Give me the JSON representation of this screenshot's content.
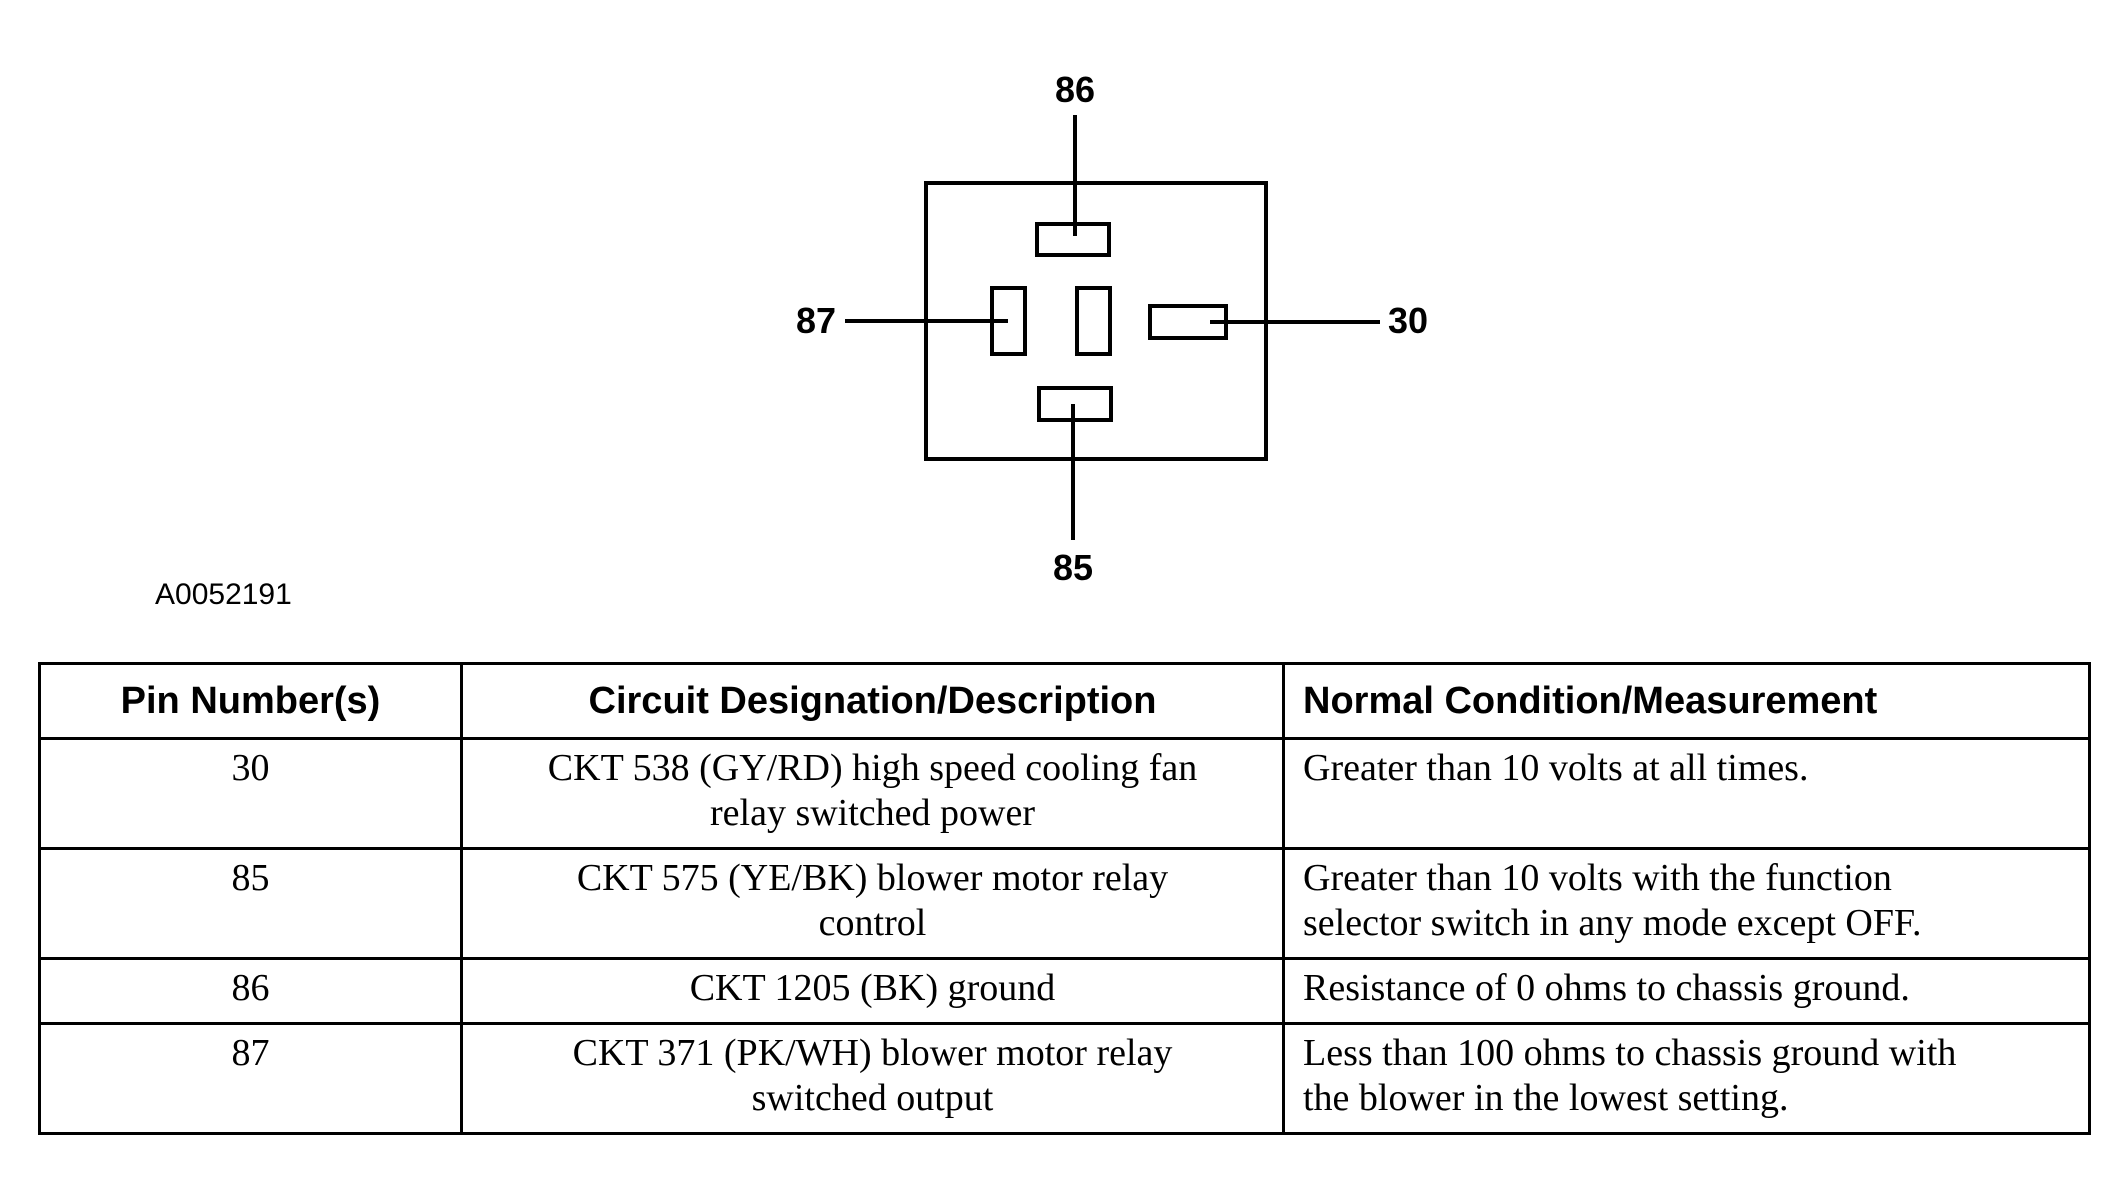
{
  "diagram": {
    "pins": {
      "top": "86",
      "left": "87",
      "right": "30",
      "bottom": "85"
    },
    "figure_id": "A0052191"
  },
  "table": {
    "headers": [
      "Pin Number(s)",
      "Circuit Designation/Description",
      "Normal Condition/Measurement"
    ],
    "rows": [
      {
        "pin": "30",
        "circuit": [
          "CKT 538 (GY/RD) high speed cooling fan",
          "relay switched power"
        ],
        "condition": [
          "Greater than 10 volts at all times."
        ]
      },
      {
        "pin": "85",
        "circuit": [
          "CKT 575 (YE/BK) blower motor relay",
          "control"
        ],
        "condition": [
          "Greater than 10 volts with the function",
          "selector switch in any mode except OFF."
        ]
      },
      {
        "pin": "86",
        "circuit": [
          "CKT 1205 (BK) ground"
        ],
        "condition": [
          "Resistance of 0 ohms to chassis ground."
        ]
      },
      {
        "pin": "87",
        "circuit": [
          "CKT 371 (PK/WH) blower motor relay",
          "switched output"
        ],
        "condition": [
          "Less than 100 ohms to chassis ground with",
          "the blower in the lowest setting."
        ]
      }
    ]
  }
}
